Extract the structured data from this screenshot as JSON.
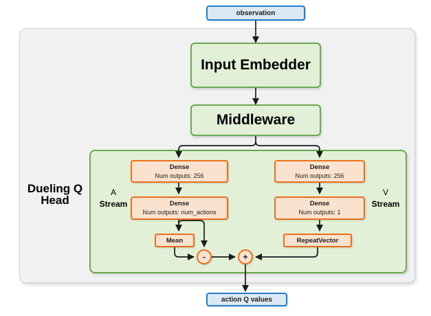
{
  "diagram": {
    "title_label": "Dueling Q Head",
    "stream_a_label": "A\nStream",
    "stream_v_label": "V\nStream"
  },
  "colors": {
    "io_fill": "#dce9f5",
    "io_stroke": "#1f7fd0",
    "green_fill": "#e3f0d8",
    "green_stroke": "#6aa84f",
    "orange_fill": "#fbe2cf",
    "orange_stroke": "#e8701a",
    "container_fill": "#f1f1f1",
    "container_stroke": "#cfcfcf",
    "edge": "#1a1a1a"
  },
  "nodes": {
    "observation": {
      "label": "observation"
    },
    "input_embedder": {
      "label": "Input Embedder"
    },
    "middleware": {
      "label": "Middleware"
    },
    "a_dense_1": {
      "title": "Dense",
      "subtitle": "Num outputs: 256"
    },
    "a_dense_2": {
      "title": "Dense",
      "subtitle": "Num outputs: num_actions"
    },
    "v_dense_1": {
      "title": "Dense",
      "subtitle": "Num outputs: 256"
    },
    "v_dense_2": {
      "title": "Dense",
      "subtitle": "Num outputs: 1"
    },
    "mean": {
      "label": "Mean"
    },
    "repeat_vector": {
      "label": "RepeatVector"
    },
    "subtract_op": {
      "label": "-"
    },
    "add_op": {
      "label": "+"
    },
    "action_q_values": {
      "label": "action Q values"
    }
  },
  "labels": {
    "dueling_q_head_line1": "Dueling Q",
    "dueling_q_head_line2": "Head",
    "a_stream_line1": "A",
    "a_stream_line2": "Stream",
    "v_stream_line1": "V",
    "v_stream_line2": "Stream"
  }
}
